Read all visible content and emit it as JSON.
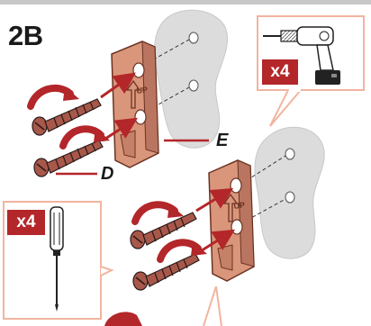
{
  "step": {
    "label": "2B"
  },
  "callouts": {
    "bracket_label": "E",
    "screw_label": "D"
  },
  "drill_box": {
    "quantity": "x4"
  },
  "screwdriver_box": {
    "quantity": "x4"
  },
  "colors": {
    "accent_red": "#b3262a",
    "bracket_fill": "#d9967b",
    "bracket_stroke": "#6b3322",
    "screw_fill": "#a8584a",
    "callout_line": "#f2b49f",
    "wall_gray": "#dcdcdc"
  },
  "icons": [
    "drill-icon",
    "screwdriver-icon",
    "screw-icon",
    "bracket-icon",
    "rotation-arrow-icon",
    "insert-arrow-icon",
    "wall-piece-icon"
  ]
}
